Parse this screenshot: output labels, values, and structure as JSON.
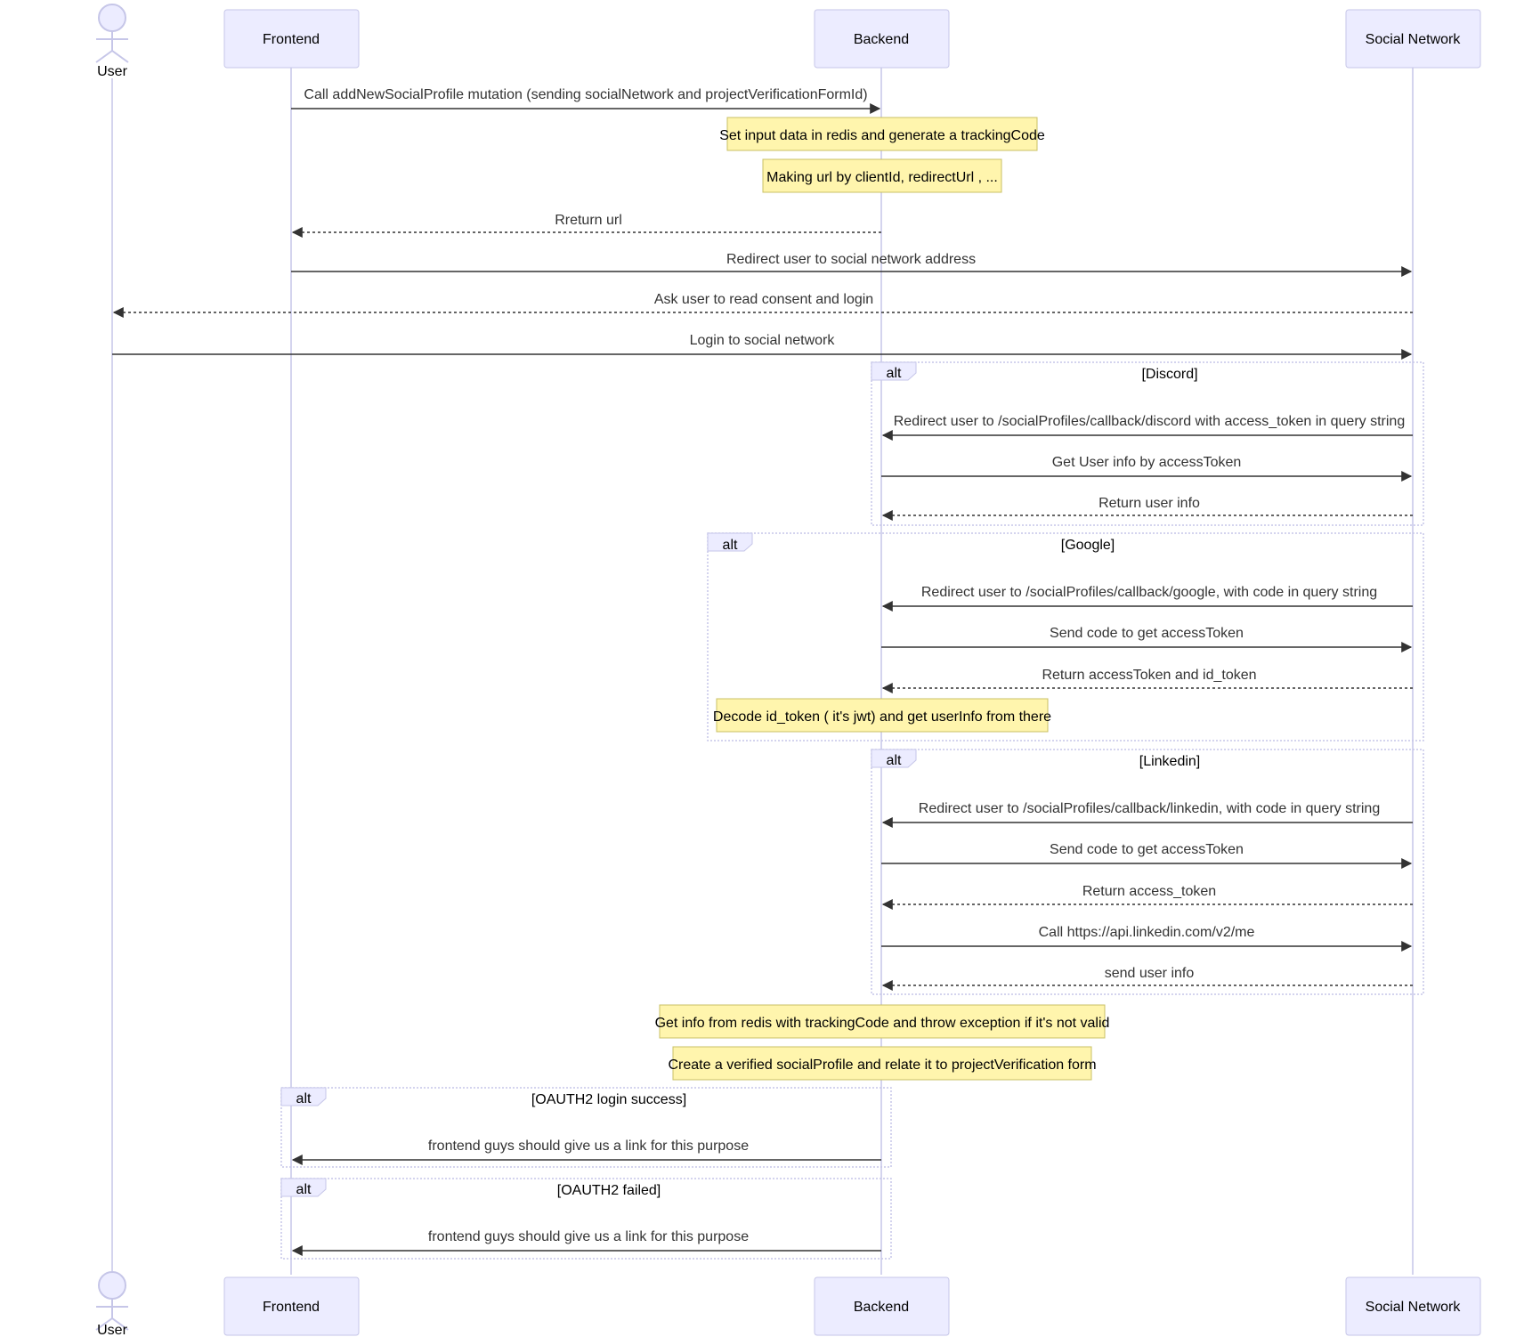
{
  "participants": [
    {
      "id": "user",
      "label": "User",
      "kind": "actor"
    },
    {
      "id": "frontend",
      "label": "Frontend",
      "kind": "box"
    },
    {
      "id": "backend",
      "label": "Backend",
      "kind": "box"
    },
    {
      "id": "social",
      "label": "Social Network",
      "kind": "box"
    }
  ],
  "messages": [
    {
      "id": "m1",
      "from": "frontend",
      "to": "backend",
      "text": "Call addNewSocialProfile mutation (sending socialNetwork and projectVerificationFormId)",
      "style": "solid"
    },
    {
      "id": "m2",
      "from": "backend",
      "to": "frontend",
      "text": "Rreturn url",
      "style": "dotted"
    },
    {
      "id": "m3",
      "from": "frontend",
      "to": "social",
      "text": "Redirect user to social network address",
      "style": "solid"
    },
    {
      "id": "m4",
      "from": "social",
      "to": "user",
      "text": "Ask user to read consent and login",
      "style": "dotted"
    },
    {
      "id": "m5",
      "from": "user",
      "to": "social",
      "text": "Login to social network",
      "style": "solid"
    },
    {
      "id": "m6",
      "from": "social",
      "to": "backend",
      "text": "Redirect user to /socialProfiles/callback/discord with access_token in query string",
      "style": "solid"
    },
    {
      "id": "m7",
      "from": "backend",
      "to": "social",
      "text": "Get User info by accessToken",
      "style": "solid"
    },
    {
      "id": "m8",
      "from": "social",
      "to": "backend",
      "text": "Return user info",
      "style": "dotted"
    },
    {
      "id": "m9",
      "from": "social",
      "to": "backend",
      "text": "Redirect user to /socialProfiles/callback/google, with code in query string",
      "style": "solid"
    },
    {
      "id": "m10",
      "from": "backend",
      "to": "social",
      "text": "Send code to get accessToken",
      "style": "solid"
    },
    {
      "id": "m11",
      "from": "social",
      "to": "backend",
      "text": "Return accessToken and id_token",
      "style": "dotted"
    },
    {
      "id": "m12",
      "from": "social",
      "to": "backend",
      "text": "Redirect user to /socialProfiles/callback/linkedin, with code in query string",
      "style": "solid"
    },
    {
      "id": "m13",
      "from": "backend",
      "to": "social",
      "text": "Send code to get accessToken",
      "style": "solid"
    },
    {
      "id": "m14",
      "from": "social",
      "to": "backend",
      "text": "Return access_token",
      "style": "dotted"
    },
    {
      "id": "m15",
      "from": "backend",
      "to": "social",
      "text": "Call https://api.linkedin.com/v2/me",
      "style": "solid"
    },
    {
      "id": "m16",
      "from": "social",
      "to": "backend",
      "text": "send user info",
      "style": "dotted"
    },
    {
      "id": "m17",
      "from": "backend",
      "to": "frontend",
      "text": "frontend guys should give us a link for this purpose",
      "style": "solid"
    },
    {
      "id": "m18",
      "from": "backend",
      "to": "frontend",
      "text": "frontend guys should give us a link for this purpose",
      "style": "solid"
    }
  ],
  "notes": [
    {
      "id": "n1",
      "over": "backend",
      "text": "Set input data in redis and generate a trackingCode"
    },
    {
      "id": "n2",
      "over": "backend",
      "text": "Making url by clientId, redirectUrl , ..."
    },
    {
      "id": "n3",
      "over": "backend",
      "text": "Decode id_token ( it's jwt) and get userInfo from there"
    },
    {
      "id": "n4",
      "over": "backend",
      "text": "Get info from redis with trackingCode and throw exception if it's not valid"
    },
    {
      "id": "n5",
      "over": "backend",
      "text": "Create a verified socialProfile and relate it to projectVerification form"
    }
  ],
  "alt_blocks": [
    {
      "id": "a1",
      "keyword": "alt",
      "condition": "[Discord]"
    },
    {
      "id": "a2",
      "keyword": "alt",
      "condition": "[Google]"
    },
    {
      "id": "a3",
      "keyword": "alt",
      "condition": "[Linkedin]"
    },
    {
      "id": "a4",
      "keyword": "alt",
      "condition": "[OAUTH2 login success]"
    },
    {
      "id": "a5",
      "keyword": "alt",
      "condition": "[OAUTH2 failed]"
    }
  ],
  "colors": {
    "actor_fill": "#ececff",
    "actor_stroke": "#c6c6e8",
    "lifeline": "#c6c6e8",
    "note_fill": "#fff5ad",
    "note_stroke": "#c8c065",
    "message_line": "#333333",
    "alt_border": "#c6c6e8",
    "alt_label_fill": "#ececff"
  }
}
